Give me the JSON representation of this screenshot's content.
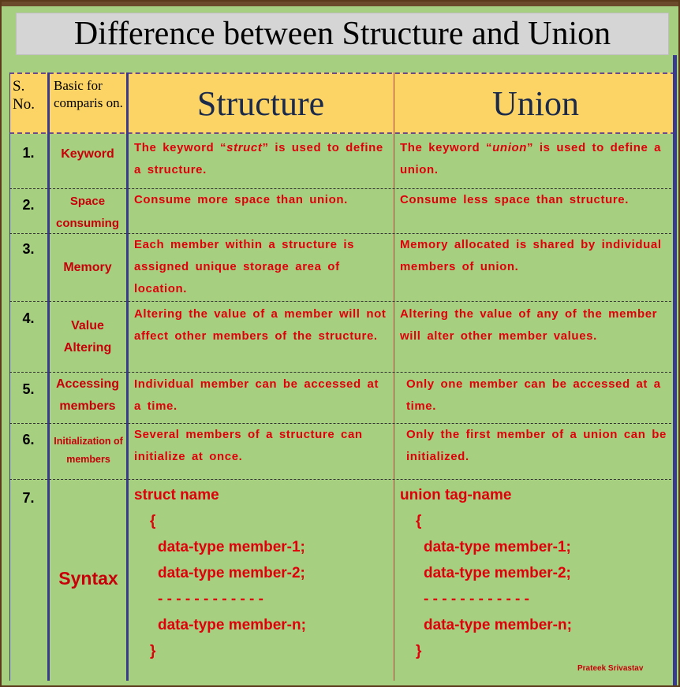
{
  "title": "Difference between Structure and Union",
  "header": {
    "sno": "S. No.",
    "basic": "Basic for comparis on.",
    "structure": "Structure",
    "union": "Union"
  },
  "rows": [
    {
      "num": "1.",
      "key": "Keyword",
      "structure_pre": "The keyword “",
      "structure_kw": "struct",
      "structure_post": "” is used to define a structure.",
      "union_pre": "The keyword “",
      "union_kw": "union",
      "union_post": "” is used to define a union."
    },
    {
      "num": "2.",
      "key": "Space consuming",
      "structure": "Consume more space than union.",
      "union": "Consume less space than structure."
    },
    {
      "num": "3.",
      "key": "Memory",
      "structure": "Each member within a structure is assigned unique storage area of location.",
      "union": "Memory allocated is shared by individual members of union."
    },
    {
      "num": "4.",
      "key": "Value Altering",
      "structure": "Altering the value of a member will not affect other members of the structure.",
      "union": "Altering the value of any of the member will alter other member values."
    },
    {
      "num": "5.",
      "key": "Accessing members",
      "structure": "Individual member can be accessed at a time.",
      "union": "Only one member can be accessed at a time."
    },
    {
      "num": "6.",
      "key": "Initialization of members",
      "structure": "Several members of a structure can initialize at once.",
      "union": "Only the first member of a union can be initialized."
    },
    {
      "num": "7.",
      "key": "Syntax",
      "structure_code": [
        "struct name",
        "{",
        "data-type member-1;",
        "data-type member-2;",
        "- - - - - - - - - - - -",
        "data-type member-n;",
        "}"
      ],
      "union_code": [
        "union tag-name",
        "{",
        "data-type member-1;",
        "data-type member-2;",
        "- - - - - - - - - - - -",
        "data-type member-n;",
        "}"
      ]
    }
  ],
  "signature": "Prateek Srivastav",
  "colors": {
    "header_bg": "#fcd466",
    "body_bg": "#a6cf7f",
    "text_red": "#e0000c",
    "title_bg": "#d5d5d5"
  }
}
